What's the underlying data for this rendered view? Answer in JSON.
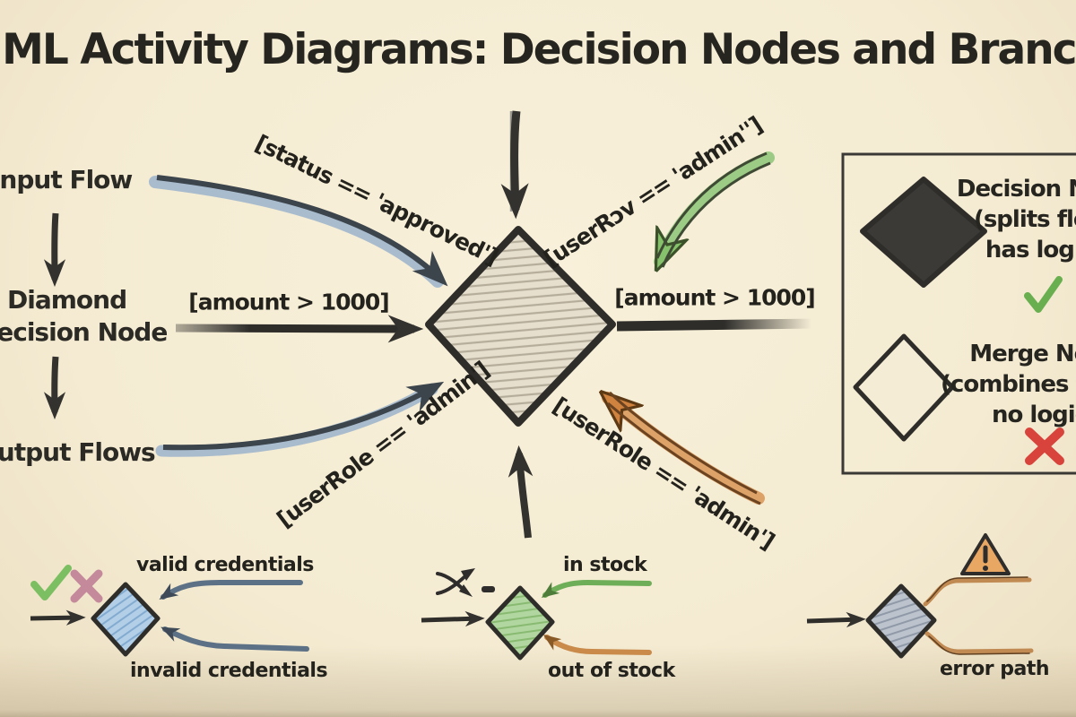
{
  "title": "UML Activity Diagrams: Decision Nodes and Branching",
  "left_flow": {
    "input_label": "Input Flow",
    "node_label_line1": "Diamond",
    "node_label_line2": "Decision Node",
    "output_label": "Output Flows"
  },
  "guards": {
    "status": "[status == 'approved']",
    "user_role_green": "[userRɔv == 'admin'']",
    "amount_left": "[amount > 1000]",
    "amount_right": "[amount > 1000]",
    "user_role_blue": "[userRole == 'admin']",
    "user_role_orange": "[userRole == 'admin']"
  },
  "legend": {
    "decision": {
      "lines": [
        "Decision Node",
        "(splits flow,",
        "has logic)"
      ]
    },
    "merge": {
      "lines": [
        "Merge Node",
        "(combines flows,",
        "no logic)"
      ]
    }
  },
  "examples": {
    "credentials": {
      "true_label": "valid credentials",
      "false_label": "invalid credentials"
    },
    "stock": {
      "true_label": "in stock",
      "false_label": "out of stock"
    },
    "error": {
      "label": "error path"
    }
  },
  "icons": [
    "check-icon",
    "cross-icon",
    "shuffle-icon",
    "minus-icon",
    "warning-icon"
  ],
  "colors": {
    "paper": "#f4ebd2",
    "ink": "#2b2a25",
    "steel_blue": "#5d7186",
    "green": "#6fae58",
    "orange": "#c98a4a",
    "red": "#d8433c",
    "pink": "#c4899a",
    "blue_fill": "#b3cfe8",
    "green_fill": "#b2d6a0",
    "steel_fill": "#bcc3cd",
    "warning_fill": "#e9a764"
  }
}
